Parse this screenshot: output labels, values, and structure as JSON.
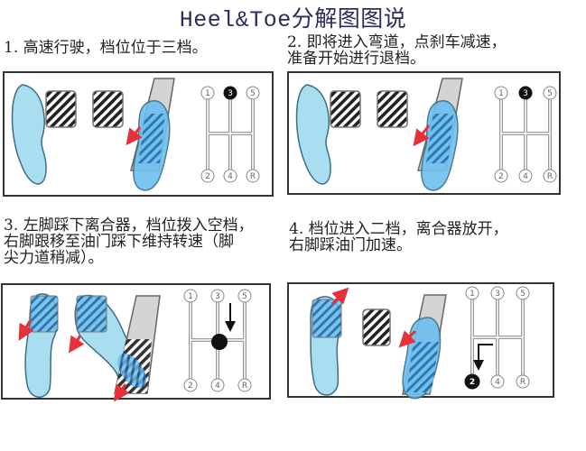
{
  "title": "Heel&Toe分解图图说",
  "colors": {
    "foot_fill": "#a9def0",
    "foot_active_fill": "#6cc0ef",
    "foot_stroke": "#3d6f86",
    "arrow_red": "#e8303a",
    "pedal_hatch": "#222222",
    "gas_pedal_fill": "#d4d4d4",
    "gear_line": "#9a9a9a",
    "gear_active": "#111111",
    "frame_border": "#333333",
    "title_color": "#2a2e5a"
  },
  "panels": [
    {
      "step": 1,
      "caption": "1. 高速行驶，档位位于三档。",
      "gear_labels": [
        "1",
        "3",
        "5",
        "2",
        "4",
        "R"
      ],
      "active_gear": "3",
      "gear_action": "none",
      "feet": "right foot on accelerator"
    },
    {
      "step": 2,
      "caption": "2. 即将进入弯道，点刹车减速，\n准备开始进行退档。",
      "gear_labels": [
        "1",
        "3",
        "5",
        "2",
        "4",
        "R"
      ],
      "active_gear": "3",
      "gear_action": "none",
      "feet": "right foot on accelerator, preparing to brake"
    },
    {
      "step": 3,
      "caption": "3. 左脚踩下离合器，档位拨入空档，\n右脚跟移至油门踩下维持转速（脚\n尖力道稍减）。",
      "gear_labels": [
        "1",
        "3",
        "5",
        "2",
        "4",
        "R"
      ],
      "active_gear": "N",
      "gear_action": "3 → neutral",
      "feet": "left foot on clutch, right toe on brake, heel on accelerator"
    },
    {
      "step": 4,
      "caption": "4. 档位进入二档，离合器放开，\n右脚踩油门加速。",
      "gear_labels": [
        "1",
        "3",
        "5",
        "2",
        "4",
        "R"
      ],
      "active_gear": "2",
      "gear_action": "neutral → 2",
      "feet": "left foot releasing clutch, right foot on accelerator"
    }
  ]
}
